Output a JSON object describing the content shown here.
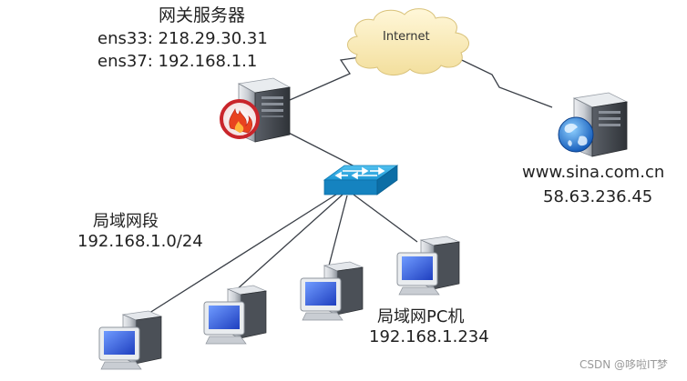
{
  "gateway": {
    "title": "网关服务器",
    "if1": "ens33: 218.29.30.31",
    "if2": "ens37: 192.168.1.1"
  },
  "internet": {
    "label": "Internet"
  },
  "web_server": {
    "host": "www.sina.com.cn",
    "ip": "58.63.236.45"
  },
  "lan_segment": {
    "title": "局域网段",
    "cidr": "192.168.1.0/24"
  },
  "lan_pc": {
    "title": "局域网PC机",
    "ip": "192.168.1.234"
  },
  "watermark": "CSDN @哆啦IT梦",
  "icons": {
    "gateway": "firewall-server-icon",
    "cloud": "internet-cloud-icon",
    "web": "web-server-globe-icon",
    "switch": "network-switch-icon",
    "pc": "desktop-computer-icon"
  },
  "colors": {
    "cloud_fill": "#f8e9b0",
    "switch_blue": "#1a9ad8",
    "monitor_blue": "#2a55d6",
    "server_gray": "#c8ccd3",
    "link_line": "#3a3f47"
  }
}
